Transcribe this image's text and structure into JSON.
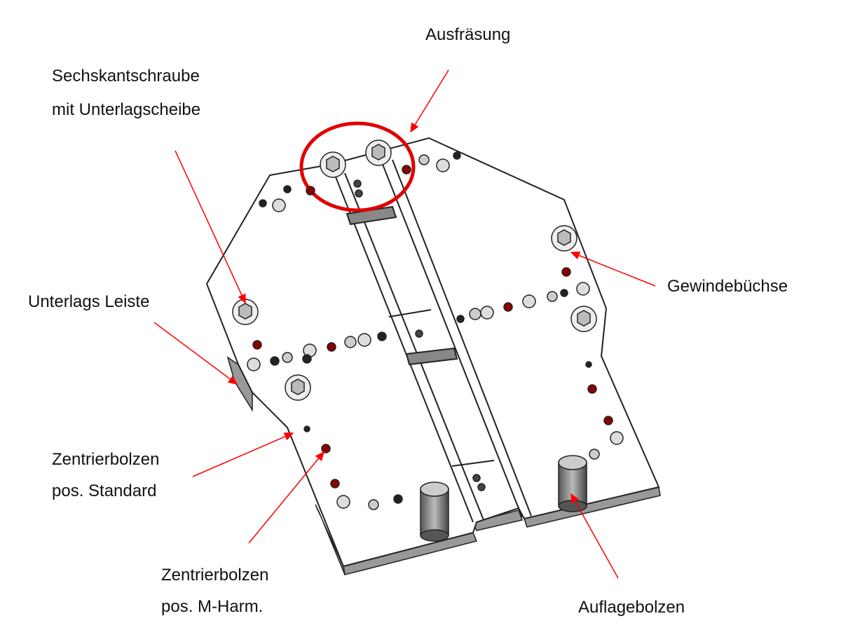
{
  "labels": {
    "ausfraesung": "Ausfräsung",
    "sechskant_line1": "Sechskantschraube",
    "sechskant_line2": "mit Unterlagscheibe",
    "unterlags_leiste": "Unterlags Leiste",
    "gewindebuechse": "Gewindebüchse",
    "zentrier_std_line1": "Zentrierbolzen",
    "zentrier_std_line2": "pos. Standard",
    "zentrier_mh_line1": "Zentrierbolzen",
    "zentrier_mh_line2": "pos. M-Harm.",
    "auflagebolzen": "Auflagebolzen"
  },
  "colors": {
    "arrow": "#ff0000",
    "highlight": "#e00000",
    "plate_edge": "#222222",
    "hole_red": "#8b0000"
  }
}
